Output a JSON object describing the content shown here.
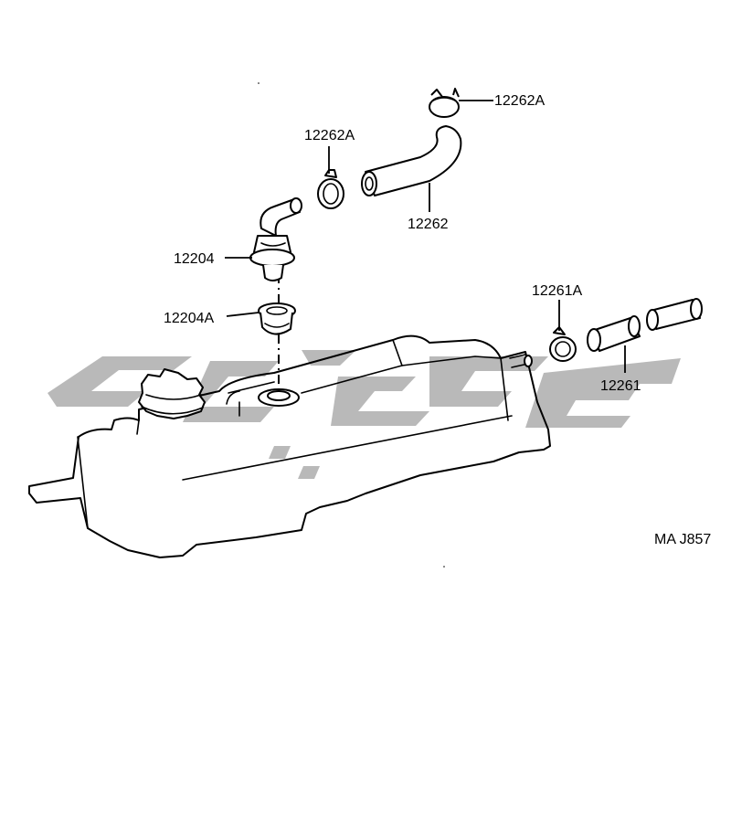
{
  "labels": {
    "clip_top": "12262A",
    "clip_mid": "12262A",
    "hose_upper": "12262",
    "pcv_valve": "12204",
    "grommet": "12204A",
    "clip_right": "12261A",
    "hose_lower": "12261"
  },
  "figure_code": "MA J857",
  "watermark": {
    "color": "#b9b9b9"
  }
}
